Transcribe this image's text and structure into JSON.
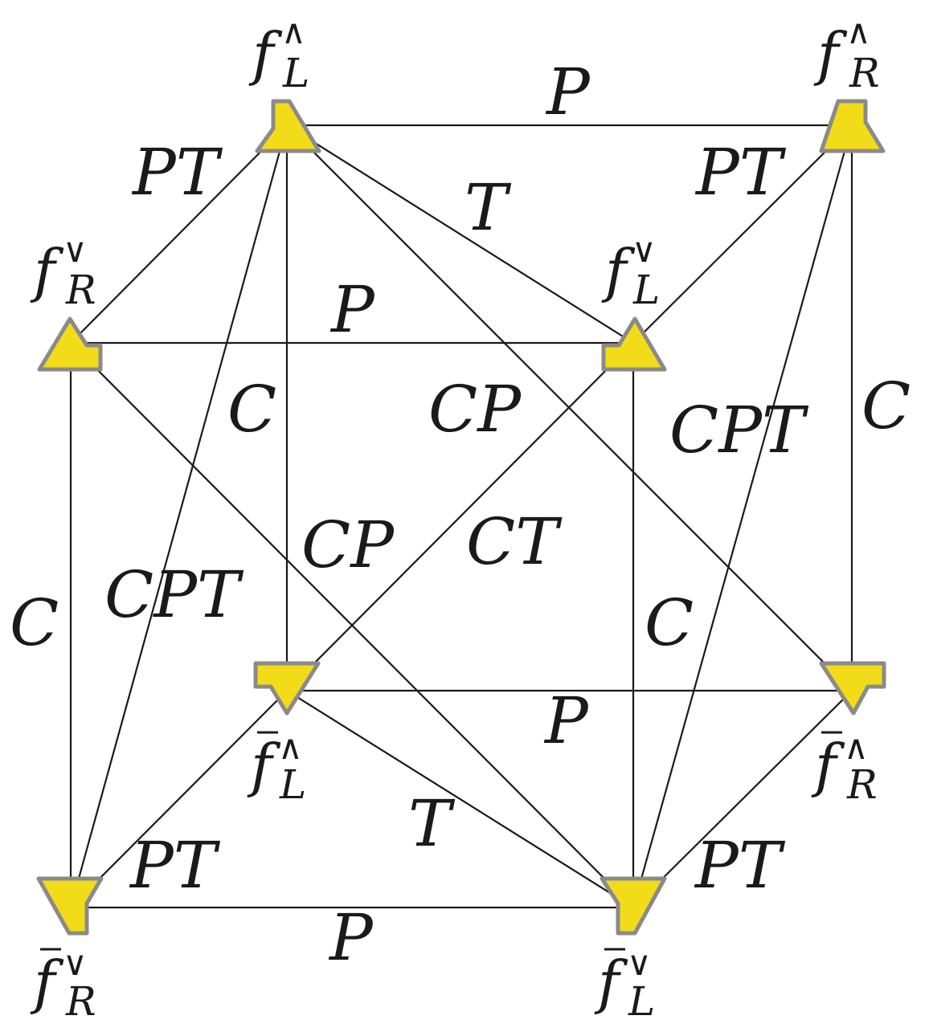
{
  "nodes": [
    {
      "id": "fL_up",
      "base": "f",
      "bar": false,
      "sub": "L",
      "sup": "∧"
    },
    {
      "id": "fR_up",
      "base": "f",
      "bar": false,
      "sub": "R",
      "sup": "∧"
    },
    {
      "id": "fR_down",
      "base": "f",
      "bar": false,
      "sub": "R",
      "sup": "∨"
    },
    {
      "id": "fL_down",
      "base": "f",
      "bar": false,
      "sub": "L",
      "sup": "∨"
    },
    {
      "id": "fbarL_up",
      "base": "f",
      "bar": true,
      "sub": "L",
      "sup": "∧"
    },
    {
      "id": "fbarR_up",
      "base": "f",
      "bar": true,
      "sub": "R",
      "sup": "∧"
    },
    {
      "id": "fbarR_down",
      "base": "f",
      "bar": true,
      "sub": "R",
      "sup": "∨"
    },
    {
      "id": "fbarL_down",
      "base": "f",
      "bar": true,
      "sub": "L",
      "sup": "∨"
    }
  ],
  "edge_labels": {
    "top_p": "P",
    "top_left_pt": "PT",
    "top_right_pt": "PT",
    "top_t": "T",
    "mid_p": "P",
    "c_inner_left": "C",
    "cp_upper": "CP",
    "cpt_right": "CPT",
    "c_right": "C",
    "cp_lower": "CP",
    "ct_center": "CT",
    "cpt_left": "CPT",
    "c_left": "C",
    "c_inner_right": "C",
    "lower_p": "P",
    "bottom_t": "T",
    "bottom_left_pt": "PT",
    "bottom_right_pt": "PT",
    "bottom_p": "P"
  },
  "colors": {
    "node_fill": "#f2dc1a",
    "node_stroke": "#8a8a8a",
    "edge": "#1a1a1a"
  }
}
